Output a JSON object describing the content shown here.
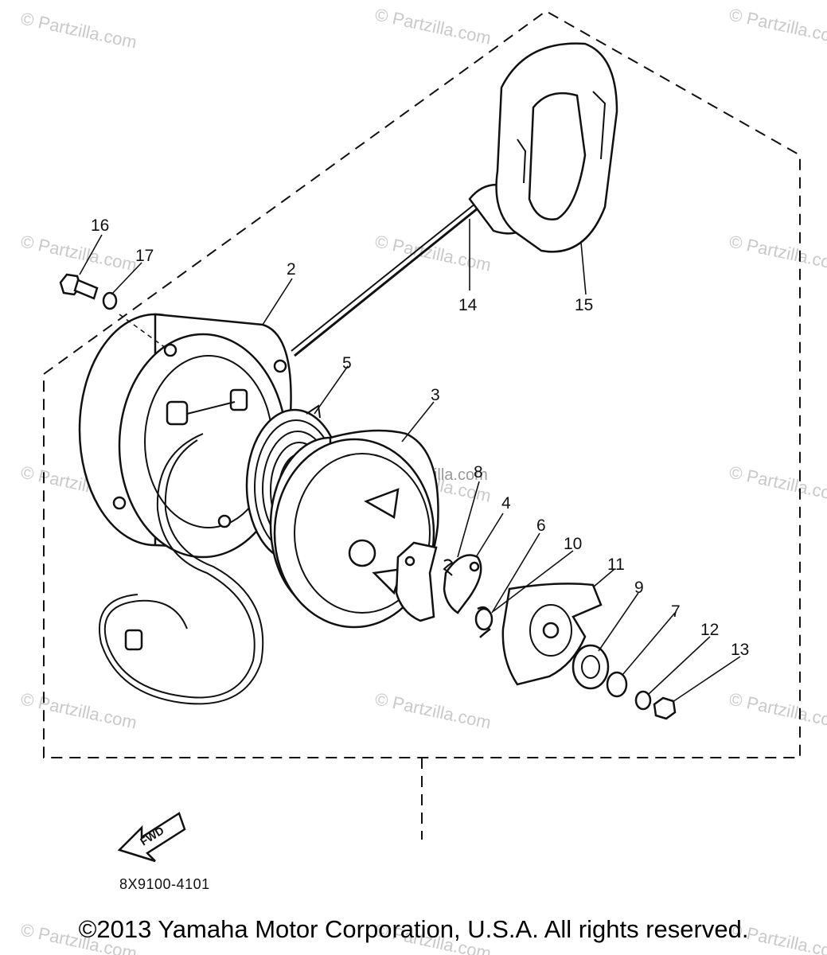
{
  "watermark": "© Partzilla.com",
  "callouts": {
    "c1": "2",
    "c2": "3",
    "c3": "4",
    "c4": "5",
    "c5": "6",
    "c6": "7",
    "c7": "8",
    "c8": "9",
    "c9": "10",
    "c10": "11",
    "c11": "12",
    "c12": "13",
    "c13": "14",
    "c14": "15",
    "c15": "16",
    "c16": "17"
  },
  "fwd_label": "FWD",
  "diagram_code": "8X9100-4101",
  "copyright": "©2013 Yamaha Motor Corporation, U.S.A. All rights reserved."
}
